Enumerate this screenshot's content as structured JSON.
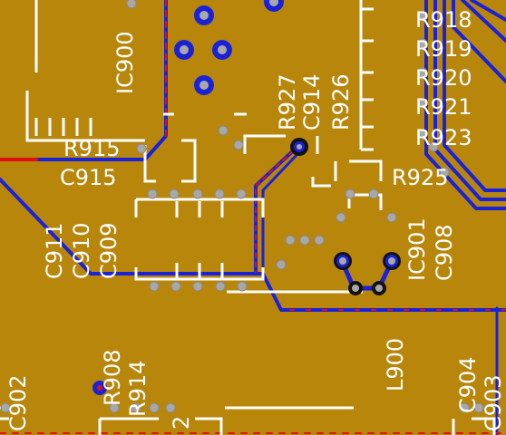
{
  "board": {
    "background_color": "#b8860b",
    "trace_blue": "#1a22d8",
    "trace_red": "#e01010",
    "silkscreen_color": "#ffffff",
    "pad_color": "#a8a8a8"
  },
  "labels": {
    "ic900": "IC900",
    "r927": "R927",
    "c914": "C914",
    "r926": "R926",
    "r918": "R918",
    "r919": "R919",
    "r920": "R920",
    "r921": "R921",
    "r923": "R923",
    "r915": "R915",
    "c915": "C915",
    "r925": "R925",
    "c911": "C911",
    "c910": "C910",
    "c909": "C909",
    "ic901": "IC901",
    "c908": "C908",
    "l900": "L900",
    "c902": "C902",
    "r908": "R908",
    "r914": "R914",
    "c904": "C904",
    "c903": "C903",
    "pin2": "2"
  }
}
